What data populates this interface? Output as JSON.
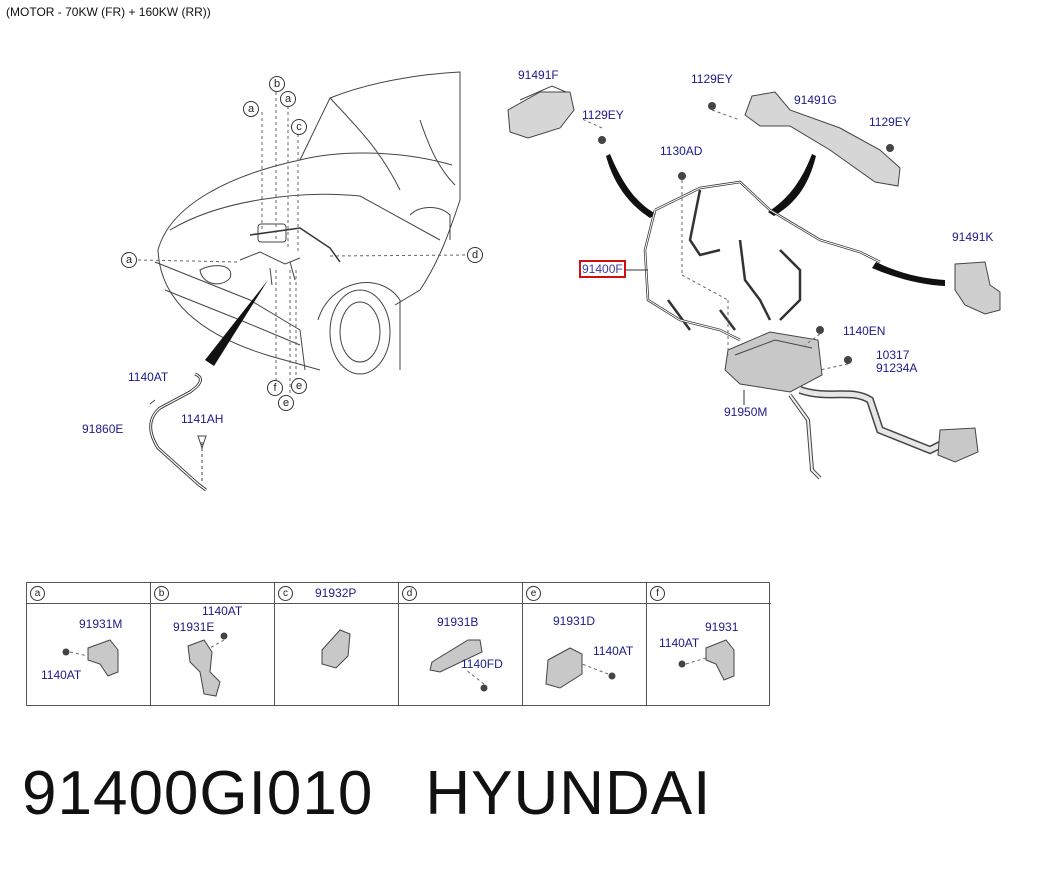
{
  "header": {
    "caption": "(MOTOR - 70KW (FR) + 160KW (RR))"
  },
  "car_view": {
    "ref_letters": {
      "a1": "a",
      "b": "b",
      "a2": "a",
      "c": "c",
      "a3": "a",
      "d": "d",
      "f": "f",
      "e1": "e",
      "e2": "e"
    },
    "labels": {
      "p1140at": "1140AT",
      "p91860e": "91860E",
      "p1141ah": "1141AH"
    }
  },
  "harness_view": {
    "labels": {
      "p91491f": "91491F",
      "p1129ey_a": "1129EY",
      "p1129ey_b": "1129EY",
      "p91491g": "91491G",
      "p1129ey_c": "1129EY",
      "p1130ad": "1130AD",
      "p91491k": "91491K",
      "p91400f": "91400F",
      "p1140en": "1140EN",
      "p10317": "10317",
      "p91234a": "91234A",
      "p91950m": "91950M"
    }
  },
  "callouts": [
    {
      "letter": "a",
      "head": "",
      "labels": [
        "91931M",
        "1140AT"
      ]
    },
    {
      "letter": "b",
      "head": "",
      "labels": [
        "1140AT",
        "91931E"
      ]
    },
    {
      "letter": "c",
      "head": "91932P",
      "labels": []
    },
    {
      "letter": "d",
      "head": "",
      "labels": [
        "91931B",
        "1140FD"
      ]
    },
    {
      "letter": "e",
      "head": "",
      "labels": [
        "91931D",
        "1140AT"
      ]
    },
    {
      "letter": "f",
      "head": "",
      "labels": [
        "1140AT",
        "91931"
      ]
    }
  ],
  "footer": {
    "part_number": "91400GI010",
    "brand": "HYUNDAI"
  },
  "colors": {
    "label": "#1a1a8c",
    "highlight": "#d01010",
    "line": "#333333"
  }
}
